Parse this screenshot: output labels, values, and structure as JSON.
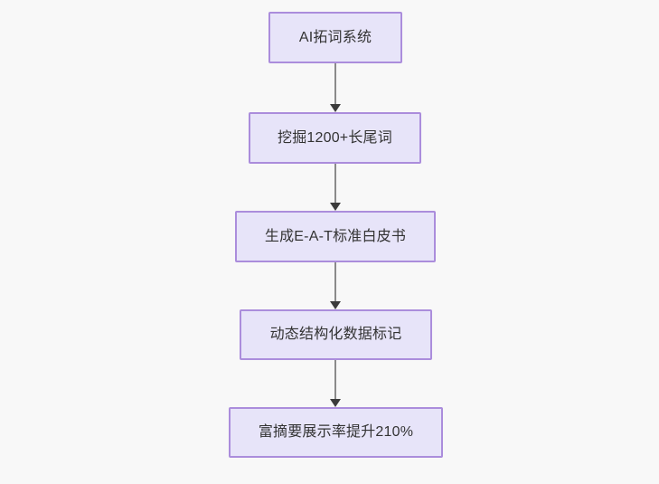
{
  "diagram": {
    "type": "flowchart",
    "direction": "top-to-bottom",
    "background_color": "#f8f8f8",
    "node_fill_color": "#e7e4f9",
    "node_border_color": "#ab8ddc",
    "node_text_color": "#333333",
    "connector_color": "#8b8b8b",
    "arrowhead_color": "#3b3b3b",
    "nodes": [
      {
        "id": "node-1",
        "label": "AI拓词系统"
      },
      {
        "id": "node-2",
        "label": "挖掘1200+长尾词"
      },
      {
        "id": "node-3",
        "label": "生成E-A-T标准白皮书"
      },
      {
        "id": "node-4",
        "label": "动态结构化数据标记"
      },
      {
        "id": "node-5",
        "label": "富摘要展示率提升210%"
      }
    ],
    "edges": [
      {
        "id": "conn-1",
        "from": "node-1",
        "to": "node-2",
        "label": ""
      },
      {
        "id": "conn-2",
        "from": "node-2",
        "to": "node-3",
        "label": ""
      },
      {
        "id": "conn-3",
        "from": "node-3",
        "to": "node-4",
        "label": ""
      },
      {
        "id": "conn-4",
        "from": "node-4",
        "to": "node-5",
        "label": ""
      }
    ]
  }
}
